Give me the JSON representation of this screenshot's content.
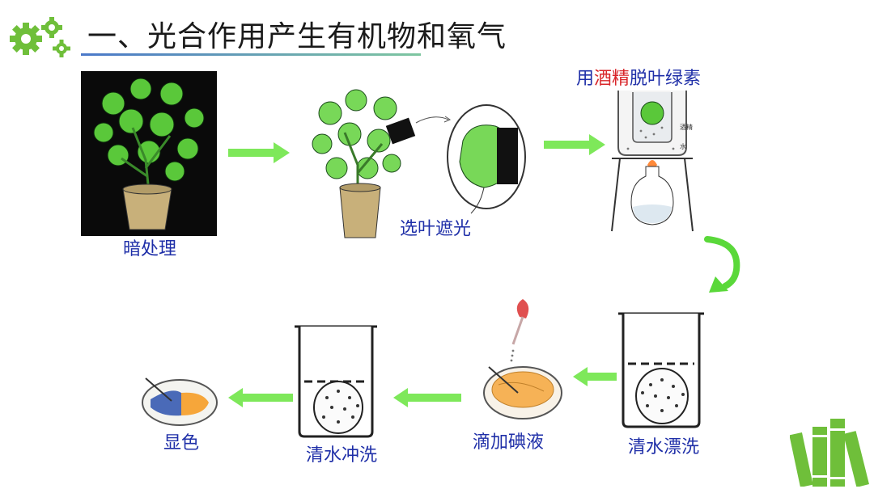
{
  "title": "一、光合作用产生有机物和氧气",
  "steps": {
    "dark": "暗处理",
    "shade": "选叶遮光",
    "alcohol_pre": "用",
    "alcohol_red": "酒精",
    "alcohol_post": "脱叶绿素",
    "rinse1": "清水漂洗",
    "iodine": "滴加碘液",
    "rinse2": "清水冲洗",
    "color": "显色"
  },
  "inset_labels": {
    "jiujing": "酒精",
    "shui": "水"
  },
  "colors": {
    "arrow": "#7ee85a",
    "gear": "#6fbf3a",
    "books": "#6fbf3a",
    "label": "#1f2fa8"
  }
}
